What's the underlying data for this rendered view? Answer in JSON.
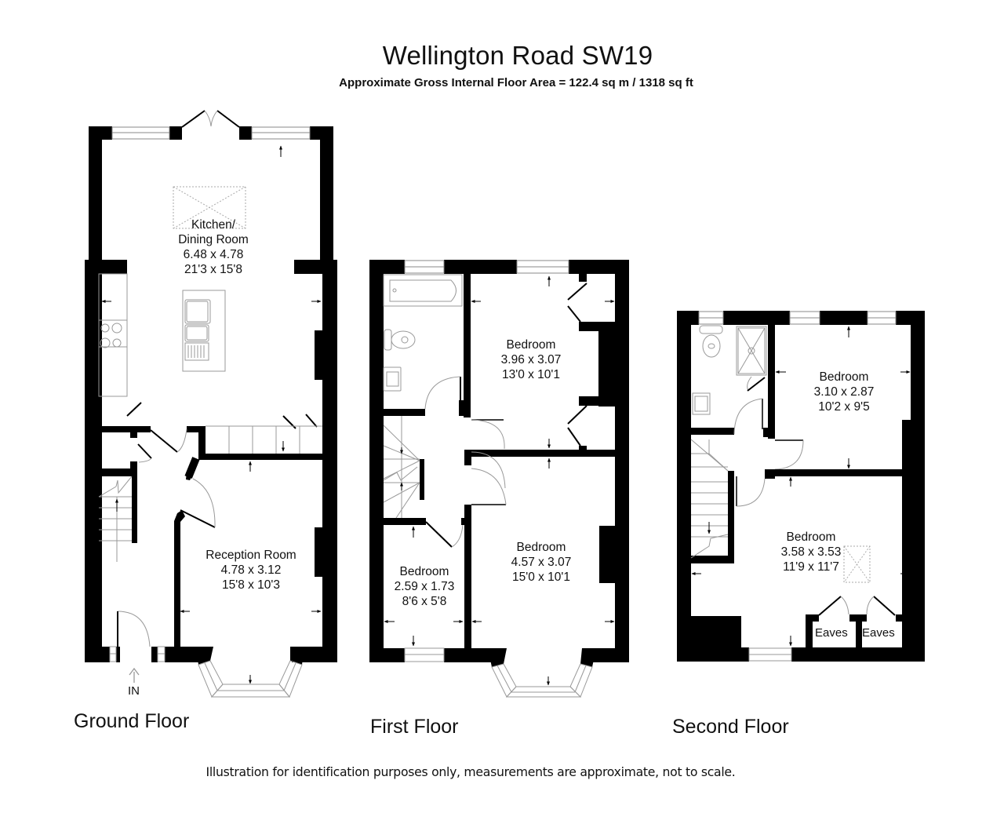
{
  "header": {
    "title": "Wellington Road SW19",
    "subtitle": "Approximate Gross Internal Floor Area  = 122.4 sq m / 1318 sq ft"
  },
  "floors": {
    "ground": {
      "label": "Ground Floor",
      "entrance_label": "IN",
      "rooms": [
        {
          "name_line1": "Kitchen/",
          "name_line2": "Dining Room",
          "metric": "6.48 x 4.78",
          "imperial": "21'3 x 15'8"
        },
        {
          "name": "Reception Room",
          "metric": "4.78 x 3.12",
          "imperial": "15'8 x 10'3"
        }
      ]
    },
    "first": {
      "label": "First Floor",
      "rooms": [
        {
          "name": "Bedroom",
          "metric": "3.96 x 3.07",
          "imperial": "13'0 x 10'1"
        },
        {
          "name": "Bedroom",
          "metric": "2.59 x 1.73",
          "imperial": "8'6 x 5'8"
        },
        {
          "name": "Bedroom",
          "metric": "4.57 x 3.07",
          "imperial": "15'0 x 10'1"
        }
      ]
    },
    "second": {
      "label": "Second Floor",
      "rooms": [
        {
          "name": "Bedroom",
          "metric": "3.10 x 2.87",
          "imperial": "10'2 x 9'5"
        },
        {
          "name": "Bedroom",
          "metric": "3.58 x 3.53",
          "imperial": "11'9 x 11'7"
        }
      ],
      "eaves": [
        "Eaves",
        "Eaves"
      ]
    }
  },
  "footer": {
    "disclaimer": "Illustration for identification purposes only, measurements are approximate, not to scale."
  },
  "colors": {
    "wall": "#000000",
    "fixture_line": "#999999",
    "background": "#ffffff"
  }
}
